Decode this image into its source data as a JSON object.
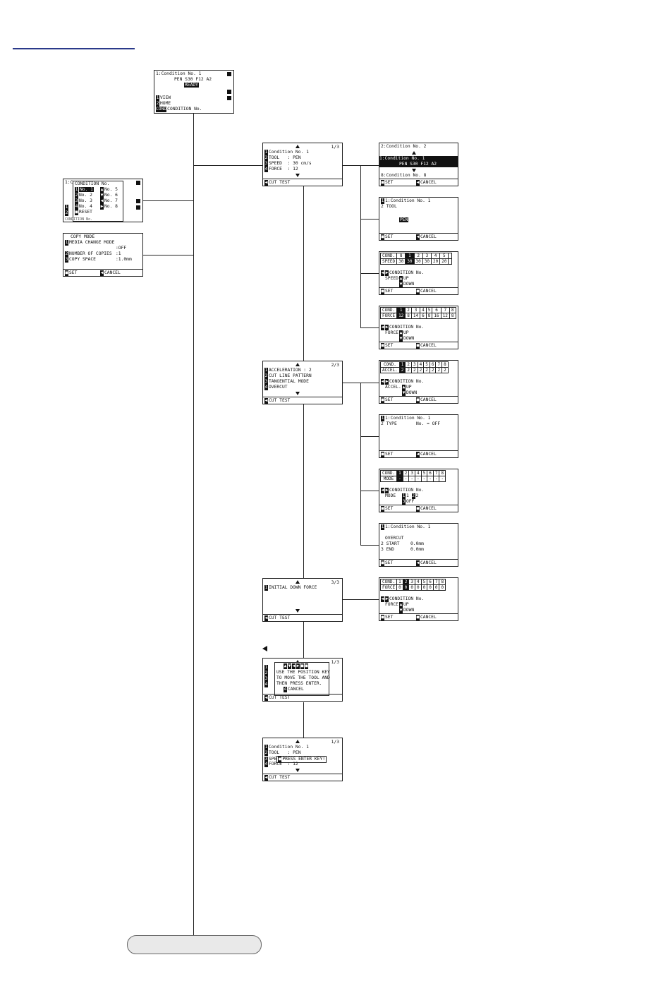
{
  "home": {
    "title": "1:Condition No. 1",
    "tool": "PEN S30 F12 A2",
    "status": "READY",
    "menu": [
      {
        "key": "1",
        "label": "VIEW"
      },
      {
        "key": "2",
        "label": "HOME"
      },
      {
        "key": "COND",
        "label": "CONDITION No."
      }
    ]
  },
  "condition_select": {
    "title": "CONDITION No.",
    "items": [
      {
        "key": "1",
        "label": "No. 1"
      },
      {
        "key": "2",
        "label": "No. 2"
      },
      {
        "key": "3",
        "label": "No. 3"
      },
      {
        "key": "4",
        "label": "No. 4"
      },
      {
        "key": "5",
        "label": "No. 5"
      },
      {
        "key": "6",
        "label": "No. 6"
      },
      {
        "key": "7",
        "label": "No. 7"
      },
      {
        "key": "8",
        "label": "No. 8"
      }
    ],
    "reset": "RESET",
    "prefix": "1:C",
    "bottom": "CONDITION No."
  },
  "copy_mode": {
    "title": "COPY MODE",
    "media_change": "MEDIA CHANGE MODE",
    "media_value": ":OFF",
    "copies_label": "NUMBER OF COPIES",
    "copies_value": ":1",
    "space_label": "COPY SPACE",
    "space_value": ":1.0mm",
    "set": "SET",
    "cancel": "CANCEL"
  },
  "page1": {
    "page": "1/3",
    "items": [
      {
        "key": "1",
        "label": "Condition No. 1"
      },
      {
        "key": "2",
        "label": "TOOL   : PEN"
      },
      {
        "key": "3",
        "label": "SPEED  : 30 cm/s"
      },
      {
        "key": "4",
        "label": "FORCE  : 12"
      }
    ],
    "bottom": "CUT TEST"
  },
  "cond_list": {
    "top": "2:Condition No. 2",
    "sel_line1": "1:Condition No. 1",
    "sel_line2": "PEN S30 F12 A2",
    "bottom": "8:Condition No. 8",
    "set": "SET",
    "cancel": "CANCEL"
  },
  "tool_set": {
    "title": "1:Condition No. 1",
    "label": "2 TOOL",
    "value": "PEN",
    "set": "SET",
    "cancel": "CANCEL"
  },
  "speed_set": {
    "header": [
      "COND.",
      "8",
      "1",
      "2",
      "3",
      "4",
      "5",
      ""
    ],
    "values": [
      "SPEED",
      "30",
      "30",
      "30",
      "30",
      "20",
      "20",
      ""
    ],
    "cond_label": "CONDITION No.",
    "param": "SPEED",
    "up": "UP",
    "down": "DOWN",
    "set": "SET",
    "cancel": "CANCEL"
  },
  "force_set": {
    "header": [
      "COND.",
      "1",
      "2",
      "3",
      "4",
      "5",
      "6",
      "7",
      "8"
    ],
    "values": [
      "FORCE",
      "12",
      "8",
      "14",
      "6",
      "8",
      "16",
      "12",
      "8"
    ],
    "cond_label": "CONDITION No.",
    "param": "FORCE",
    "up": "UP",
    "down": "DOWN",
    "set": "SET",
    "cancel": "CANCEL"
  },
  "page2": {
    "page": "2/3",
    "items": [
      {
        "key": "1",
        "label": "ACCELERATION : 2"
      },
      {
        "key": "2",
        "label": "CUT LINE PATTERN"
      },
      {
        "key": "3",
        "label": "TANGENTIAL MODE"
      },
      {
        "key": "4",
        "label": "OVERCUT"
      }
    ],
    "bottom": "CUT TEST"
  },
  "accel_set": {
    "header": [
      "COND.",
      "1",
      "2",
      "3",
      "4",
      "5",
      "6",
      "7",
      "8"
    ],
    "values": [
      "ACCEL.",
      "2",
      "2",
      "2",
      "2",
      "2",
      "2",
      "2",
      "2"
    ],
    "cond_label": "CONDITION No.",
    "param": "ACCEL.",
    "up": "UP",
    "down": "DOWN",
    "set": "SET",
    "cancel": "CANCEL"
  },
  "linetype_set": {
    "title": "1:Condition No. 1",
    "label": "2 TYPE",
    "value": "No. = OFF",
    "set": "SET",
    "cancel": "CANCEL"
  },
  "tangential_set": {
    "header": [
      "COND.",
      "1",
      "2",
      "3",
      "4",
      "5",
      "6",
      "7",
      "8"
    ],
    "values": [
      "MODE",
      "-",
      "-",
      "-",
      "-",
      "-",
      "-",
      "-",
      "-"
    ],
    "cond_label": "CONDITION No.",
    "param": "MODE",
    "opt1": "1",
    "opt2": "2",
    "opt3": "OFF",
    "set": "SET",
    "cancel": "CANCEL"
  },
  "overcut_set": {
    "title": "1:Condition No. 1",
    "label": "OVERCUT",
    "start_label": "2 START",
    "start_value": "0.0mm",
    "end_label": "3 END",
    "end_value": "0.0mm",
    "set": "SET",
    "cancel": "CANCEL"
  },
  "page3": {
    "page": "3/3",
    "items": [
      {
        "key": "1",
        "label": "INITIAL DOWN FORCE"
      }
    ],
    "bottom": "CUT TEST"
  },
  "init_force_set": {
    "header": [
      "COND.",
      "1",
      "2",
      "3",
      "4",
      "5",
      "6",
      "7",
      "8"
    ],
    "values": [
      "FORCE",
      "0",
      "0",
      "0",
      "0",
      "0",
      "0",
      "0",
      "0"
    ],
    "cond_label": "CONDITION No.",
    "param": "FORCE",
    "up": "UP",
    "down": "DOWN",
    "set": "SET",
    "cancel": "CANCEL"
  },
  "cut_test_move": {
    "page": "1/3",
    "popup_line1": "USE THE POSITION KEY",
    "popup_line2": "TO MOVE THE TOOL AND",
    "popup_line3": "THEN PRESS ENTER.",
    "popup_cancel": "CANCEL",
    "bottom": "CUT TEST"
  },
  "cut_test_enter": {
    "page": "1/3",
    "line1": "Condition No. 1",
    "line2": "TOOL   : PEN",
    "line3_prefix": "SPE",
    "popup": "PRESS ENTER KEY!",
    "line4": "FORCE  : 12",
    "bottom": "CUT TEST"
  }
}
